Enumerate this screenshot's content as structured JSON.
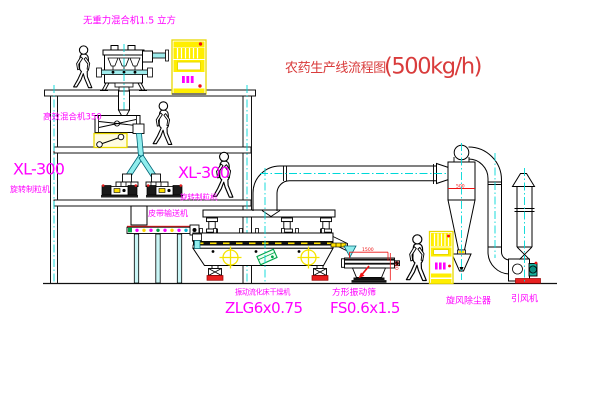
{
  "diagram": {
    "title": "农药生产线流程图",
    "capacity": "(500kg/h)"
  },
  "labels": {
    "top_mixer": "无重力混合机1.5 立方",
    "mixer350": "高效混合机350",
    "granulator_left_model": "XL-300",
    "granulator_left": "旋转制粒机",
    "granulator_right_model": "XL-300",
    "granulator_right": "旋转制粒机",
    "belt_conveyor": "皮带输送机",
    "dryer": "振动流化床干燥机",
    "dryer_model": "ZLG6x0.75",
    "sieve": "方形振动筛",
    "sieve_model": "FS0.6x1.5",
    "cyclone": "旋风除尘器",
    "fan": "引风机"
  },
  "dimensions": {
    "sieve_length": "1500",
    "sieve_height": "540",
    "cyclone_note": "500"
  },
  "colors": {
    "label_magenta": "#ff00ff",
    "title_red": "#d93c3c",
    "centerline_cyan": "#00d8d8",
    "highlight_yellow": "#ffe000",
    "accent_red": "#ee1111",
    "green": "#00a44a"
  }
}
